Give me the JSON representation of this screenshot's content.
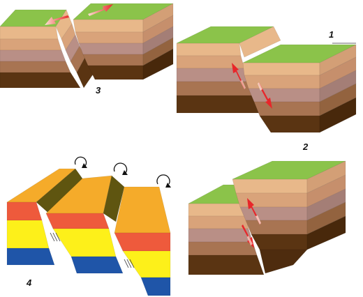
{
  "diagram": {
    "labels": {
      "one": "1",
      "two": "2",
      "three": "3",
      "four": "4"
    },
    "colors": {
      "grass": "#8bc34a",
      "layer_tan": "#e8b88a",
      "layer_sand": "#d9a37a",
      "layer_mauve": "#b98f86",
      "layer_brown": "#a87452",
      "layer_dark": "#5a3412",
      "arrow_red": "#e8262a",
      "fold_orange": "#f5ab2a",
      "fold_red": "#ee5a3c",
      "fold_yellow": "#fdf01a",
      "fold_blue": "#1f55a8",
      "fold_olive": "#5f5510"
    }
  }
}
